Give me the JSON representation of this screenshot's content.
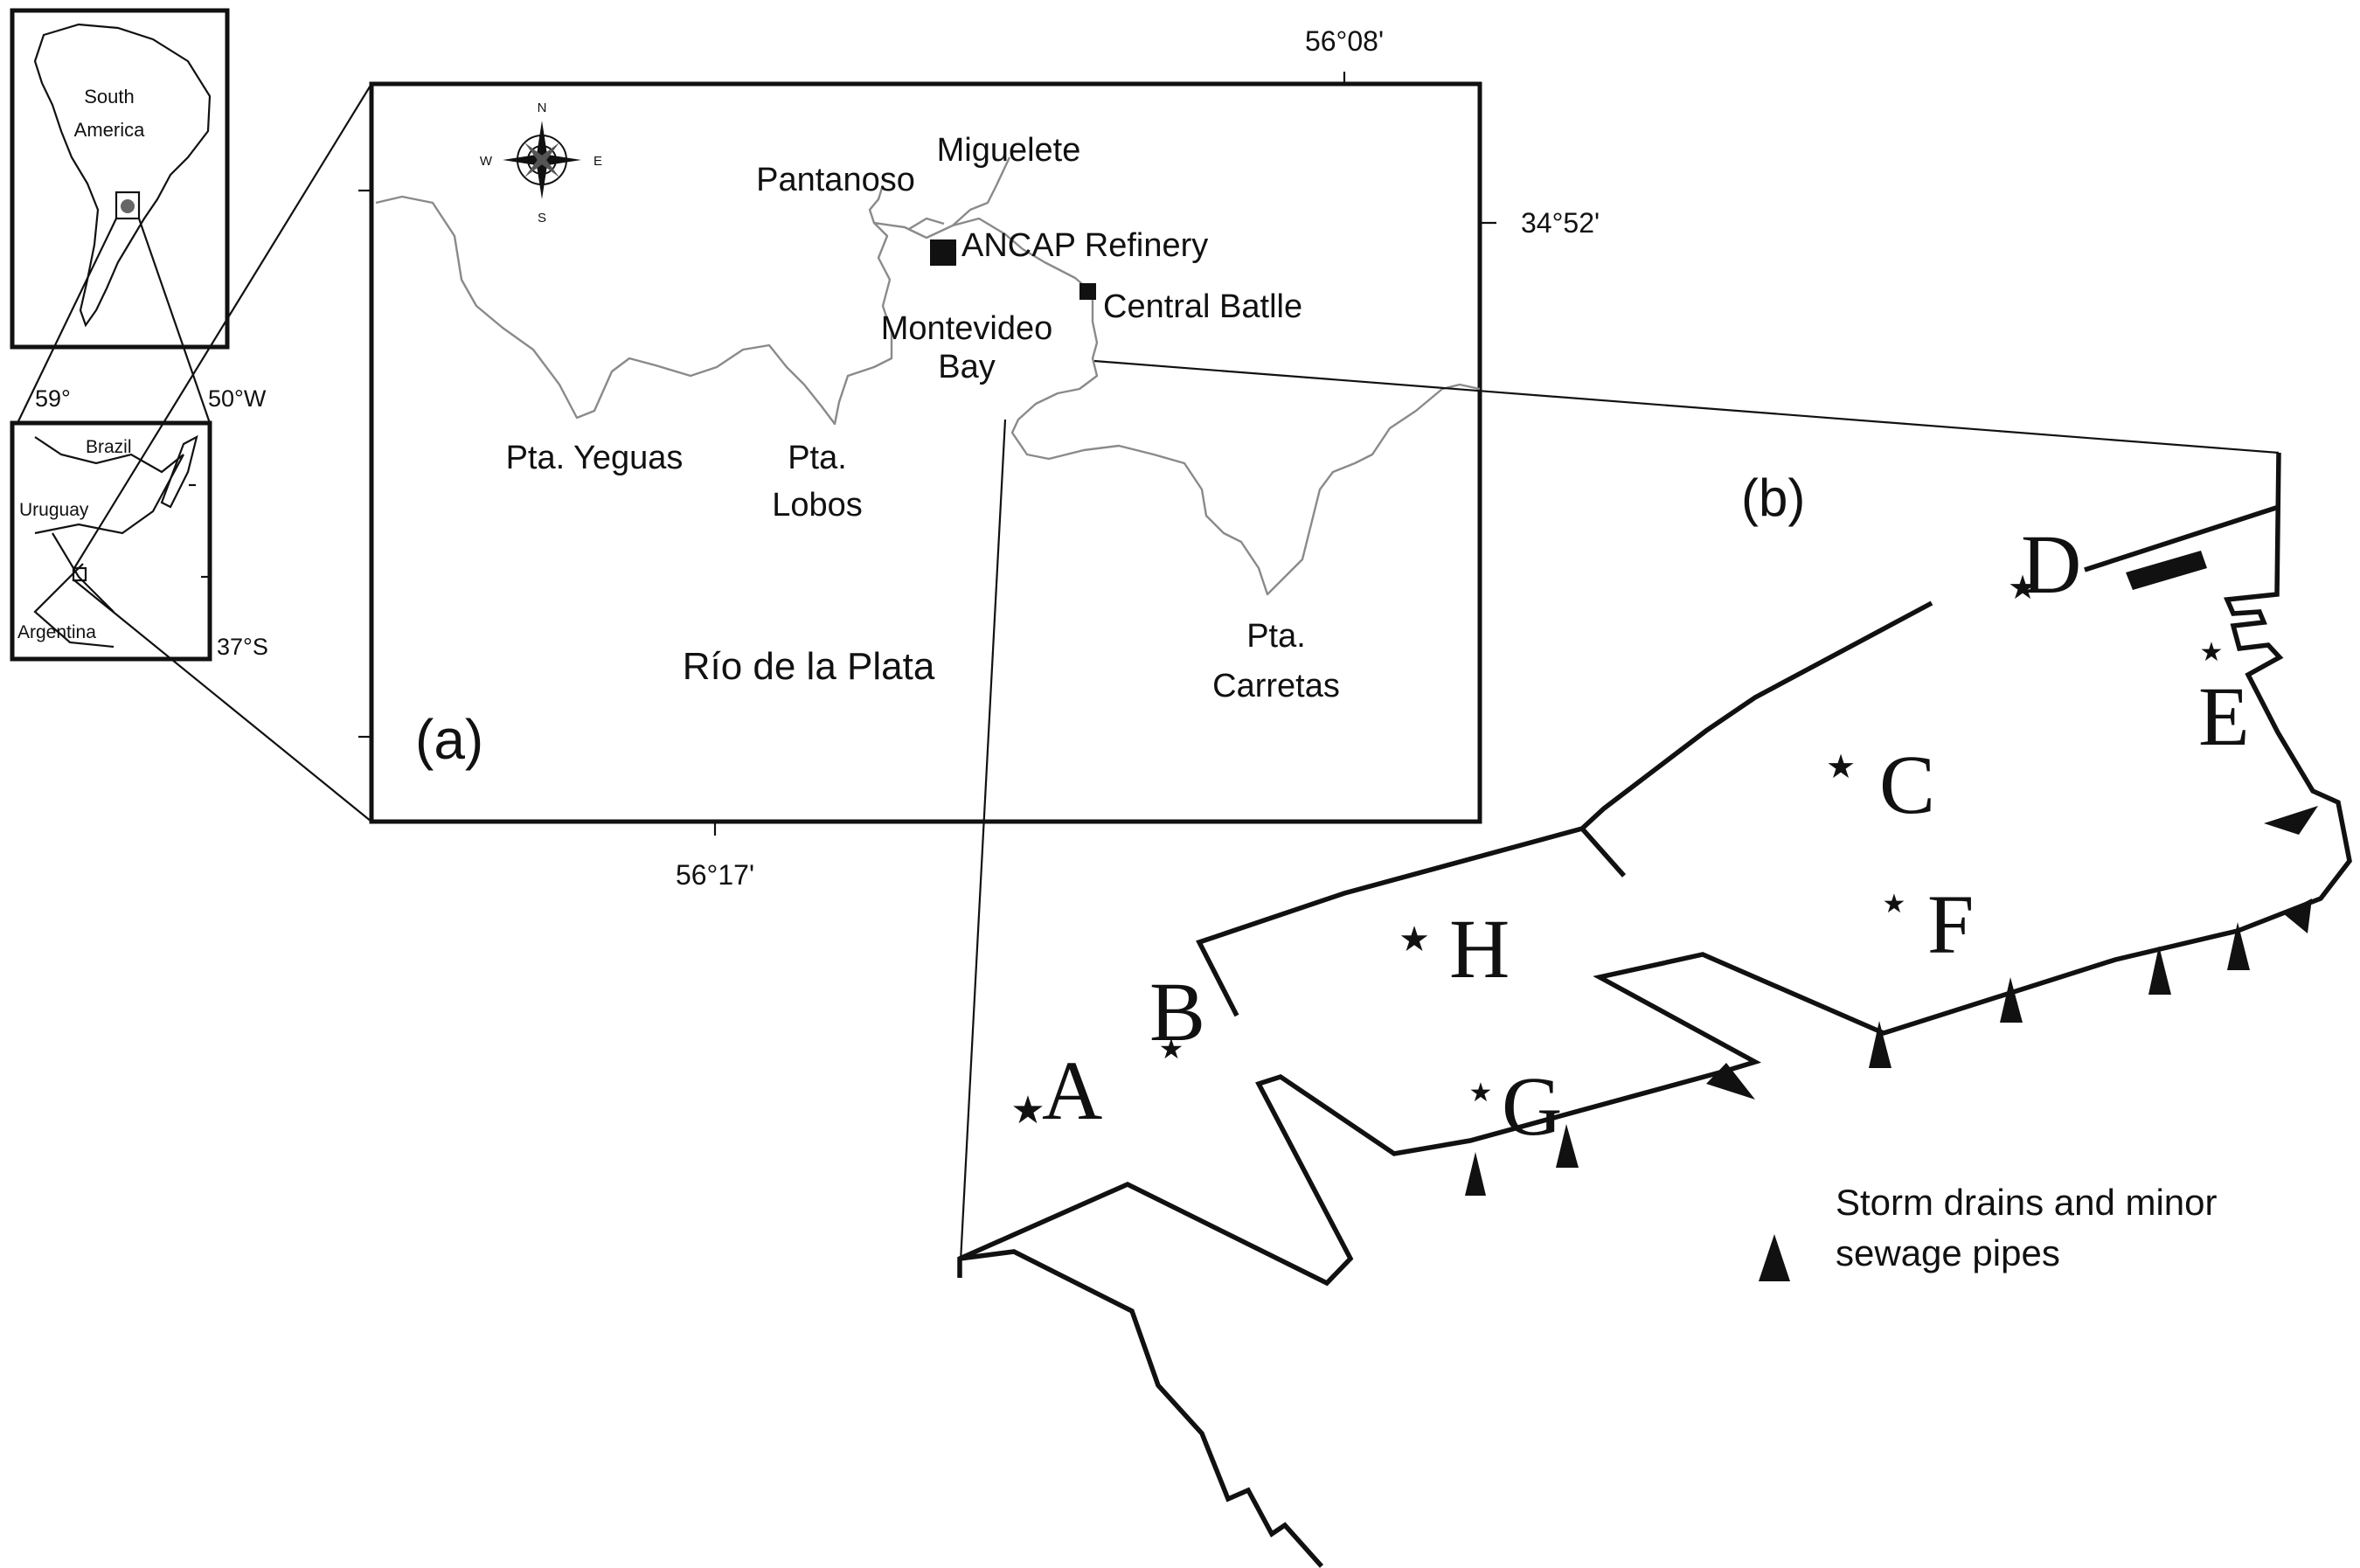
{
  "inset_overview": {
    "continent_label_line1": "South",
    "continent_label_line2": "America"
  },
  "inset_region": {
    "lon_left": "59°",
    "lon_right": "50°W",
    "lat_bottom": "37°S",
    "countries": [
      "Brazil",
      "Uruguay",
      "Argentina"
    ]
  },
  "panel_a": {
    "label": "(a)",
    "lon_top": "56°08'",
    "lon_bottom": "56°17'",
    "lat_right": "34°52'",
    "compass": [
      "N",
      "S",
      "E",
      "W"
    ],
    "places": {
      "pantanoso": "Pantanoso",
      "miguelete": "Miguelete",
      "refinery": "ANCAP Refinery",
      "power_plant": "Central Batlle",
      "bay_line1": "Montevideo",
      "bay_line2": "Bay",
      "yeguas": "Pta. Yeguas",
      "lobos_line1": "Pta.",
      "lobos_line2": "Lobos",
      "river": "Río de la Plata",
      "carretas_line1": "Pta.",
      "carretas_line2": "Carretas"
    }
  },
  "panel_b": {
    "label": "(b)",
    "stations": [
      "A",
      "B",
      "C",
      "D",
      "E",
      "F",
      "G",
      "H"
    ],
    "legend_line1": "Storm drains and minor",
    "legend_line2": "sewage pipes",
    "legend_icon": "triangle-drain-icon"
  }
}
